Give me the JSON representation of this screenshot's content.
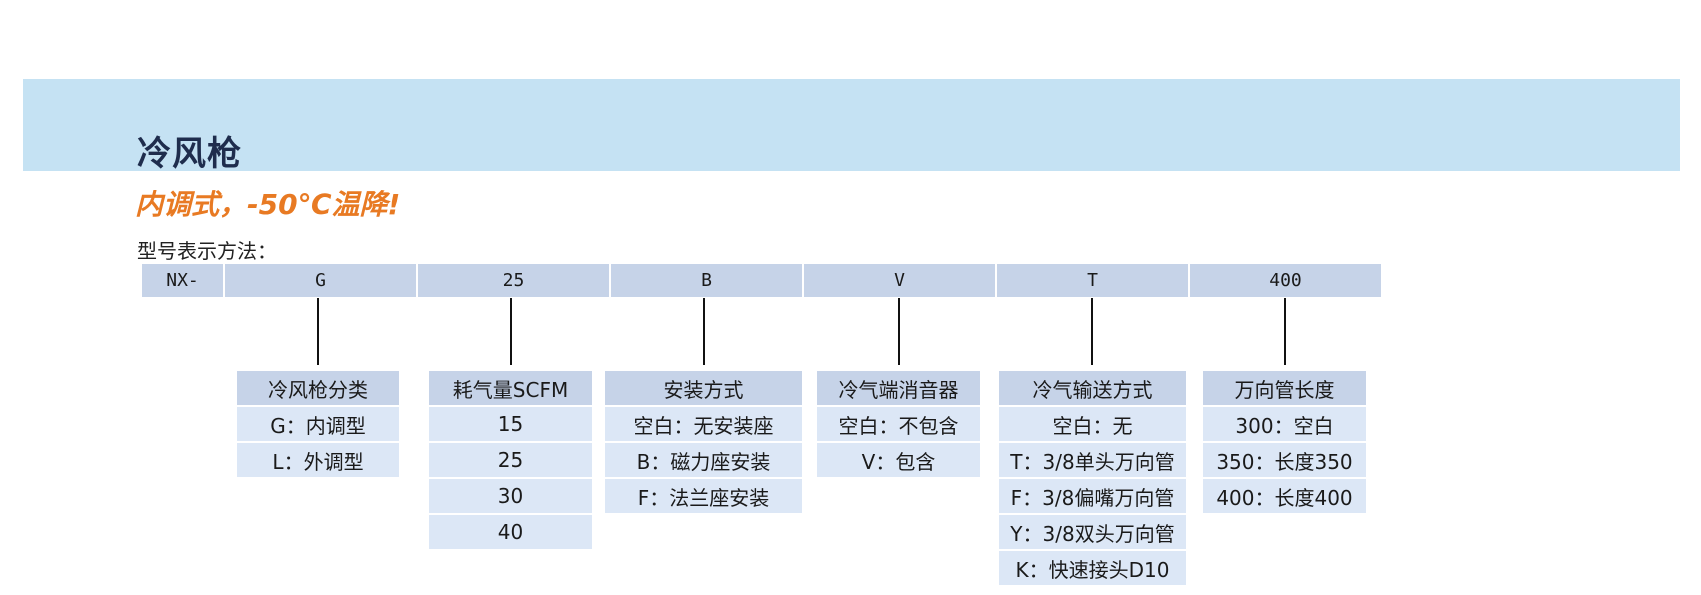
{
  "header": {
    "title": "冷风枪",
    "subtitle": "内调式，-50℃温降!"
  },
  "model_notation": {
    "label": "型号表示方法：",
    "codes": [
      "NX-",
      "G",
      "25",
      "B",
      "V",
      "T",
      "400"
    ]
  },
  "groups": [
    {
      "header": "冷风枪分类",
      "options": [
        "G：内调型",
        "L：外调型"
      ]
    },
    {
      "header": "耗气量SCFM",
      "options": [
        "15",
        "25",
        "30",
        "40"
      ]
    },
    {
      "header": "安装方式",
      "options": [
        "空白：无安装座",
        "B：磁力座安装",
        "F：法兰座安装"
      ]
    },
    {
      "header": "冷气端消音器",
      "options": [
        "空白：不包含",
        "V：包含"
      ]
    },
    {
      "header": "冷气输送方式",
      "options": [
        "空白：无",
        "T：3/8单头万向管",
        "F：3/8偏嘴万向管",
        "Y：3/8双头万向管",
        "K：快速接头D10"
      ]
    },
    {
      "header": "万向管长度",
      "options": [
        "300：空白",
        "350：长度350",
        "400：长度400"
      ]
    }
  ],
  "colors": {
    "band": "#c5e2f3",
    "title": "#1f2d4d",
    "subtitle": "#e87a23",
    "code_cell": "#c6d3e8",
    "group_header": "#c6d3e8",
    "group_row": "#dce7f6"
  }
}
